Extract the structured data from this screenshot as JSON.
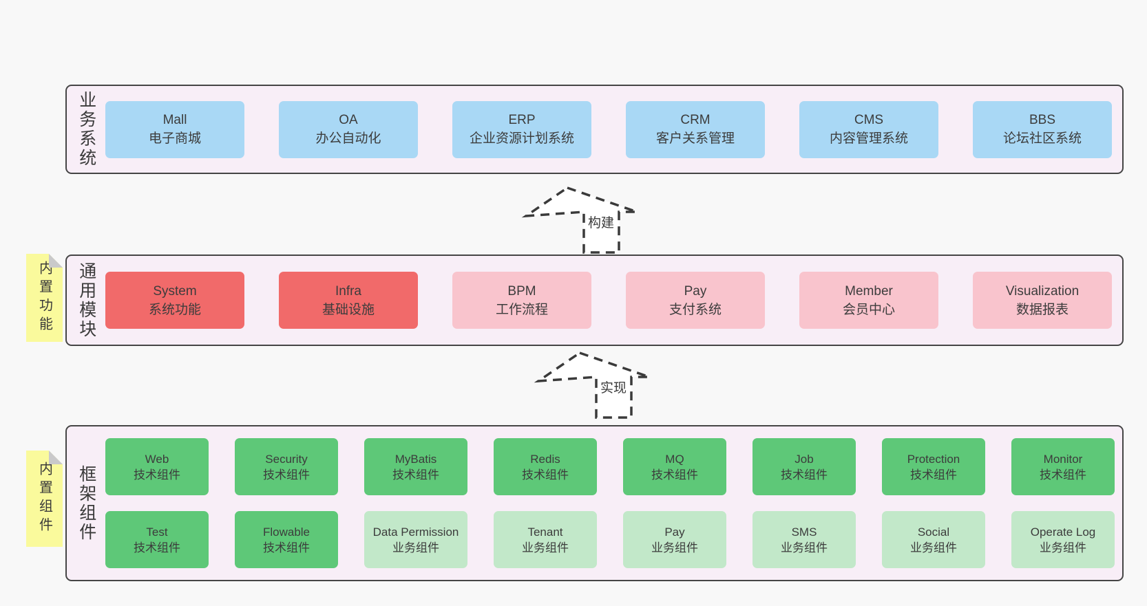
{
  "colors": {
    "page_bg": "#f8f8f8",
    "band_bg": "#f8eef7",
    "band_border": "#454545",
    "box_blue": "#a9d8f5",
    "box_red": "#f16a6a",
    "box_pink": "#f9c4cd",
    "box_green_dark": "#5ec878",
    "box_green_light": "#c2e8c9",
    "note_yellow": "#fafa9c",
    "note_fold_gray": "#c9c9ca",
    "text": "#3c3c3c"
  },
  "bands": {
    "business": {
      "label": "业务系统",
      "boxes": [
        {
          "title": "Mall",
          "subtitle": "电子商城"
        },
        {
          "title": "OA",
          "subtitle": "办公自动化"
        },
        {
          "title": "ERP",
          "subtitle": "企业资源计划系统"
        },
        {
          "title": "CRM",
          "subtitle": "客户关系管理"
        },
        {
          "title": "CMS",
          "subtitle": "内容管理系统"
        },
        {
          "title": "BBS",
          "subtitle": "论坛社区系统"
        }
      ]
    },
    "modules": {
      "label": "通用模块",
      "note": "内置功能",
      "boxes": [
        {
          "title": "System",
          "subtitle": "系统功能"
        },
        {
          "title": "Infra",
          "subtitle": "基础设施"
        },
        {
          "title": "BPM",
          "subtitle": "工作流程"
        },
        {
          "title": "Pay",
          "subtitle": "支付系统"
        },
        {
          "title": "Member",
          "subtitle": "会员中心"
        },
        {
          "title": "Visualization",
          "subtitle": "数据报表"
        }
      ]
    },
    "components": {
      "label": "框架组件",
      "note": "内置组件",
      "rows": [
        [
          {
            "title": "Web",
            "subtitle": "技术组件"
          },
          {
            "title": "Security",
            "subtitle": "技术组件"
          },
          {
            "title": "MyBatis",
            "subtitle": "技术组件"
          },
          {
            "title": "Redis",
            "subtitle": "技术组件"
          },
          {
            "title": "MQ",
            "subtitle": "技术组件"
          },
          {
            "title": "Job",
            "subtitle": "技术组件"
          },
          {
            "title": "Protection",
            "subtitle": "技术组件"
          },
          {
            "title": "Monitor",
            "subtitle": "技术组件"
          }
        ],
        [
          {
            "title": "Test",
            "subtitle": "技术组件"
          },
          {
            "title": "Flowable",
            "subtitle": "技术组件"
          },
          {
            "title": "Data Permission",
            "subtitle": "业务组件"
          },
          {
            "title": "Tenant",
            "subtitle": "业务组件"
          },
          {
            "title": "Pay",
            "subtitle": "业务组件"
          },
          {
            "title": "SMS",
            "subtitle": "业务组件"
          },
          {
            "title": "Social",
            "subtitle": "业务组件"
          },
          {
            "title": "Operate Log",
            "subtitle": "业务组件"
          }
        ]
      ]
    }
  },
  "arrows": [
    {
      "label": "构建"
    },
    {
      "label": "实现"
    }
  ]
}
